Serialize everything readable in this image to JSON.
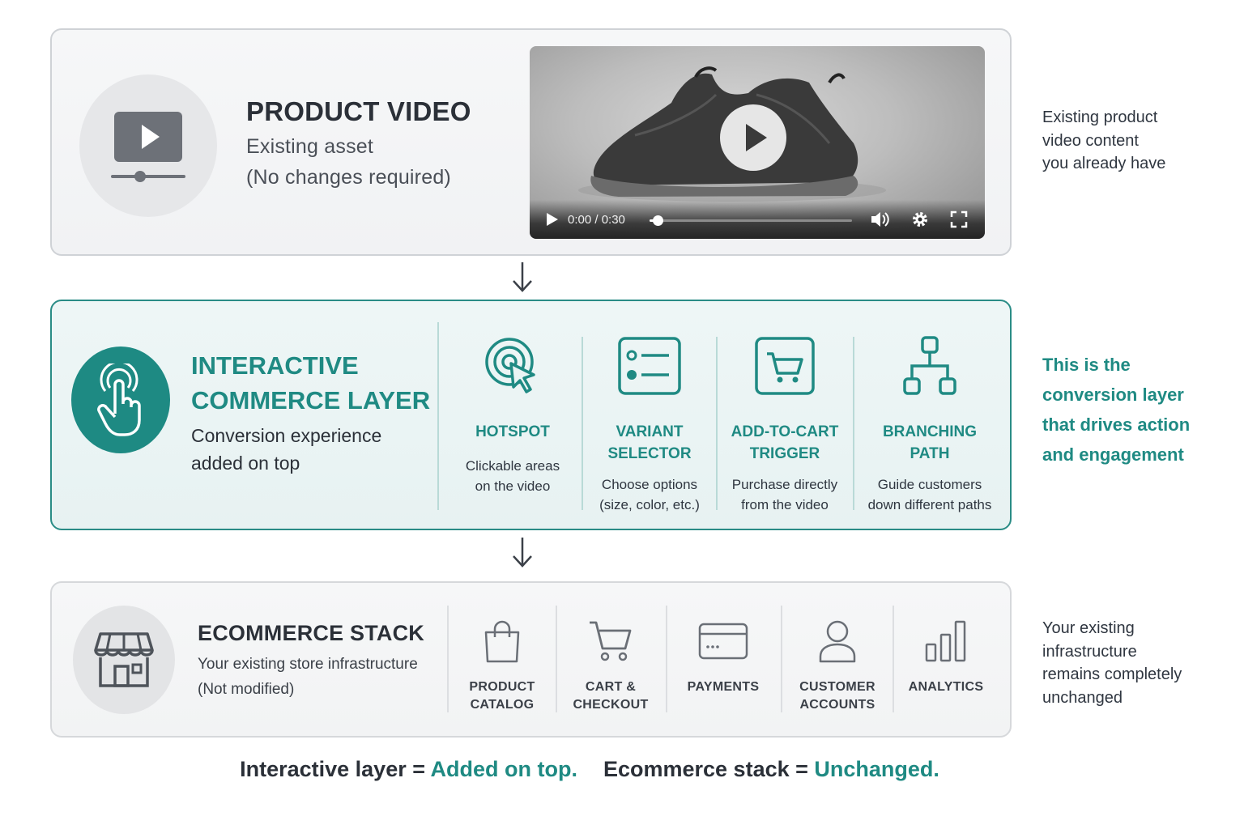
{
  "product_video": {
    "title": "PRODUCT VIDEO",
    "subtitle_line1": "Existing asset",
    "subtitle_line2": "(No changes required)",
    "player": {
      "time": "0:00 / 0:30",
      "progress": 0.04
    },
    "side_note": [
      "Existing product",
      "video content",
      "you already have"
    ]
  },
  "interactive_layer": {
    "title_line1": "INTERACTIVE",
    "title_line2": "COMMERCE LAYER",
    "subtitle_line1": "Conversion experience",
    "subtitle_line2": "added on top",
    "features": [
      {
        "icon": "hotspot-icon",
        "label": [
          "HOTSPOT"
        ],
        "desc": [
          "Clickable areas",
          "on the video"
        ]
      },
      {
        "icon": "variant-list-icon",
        "label": [
          "VARIANT",
          "SELECTOR"
        ],
        "desc": [
          "Choose options",
          "(size, color, etc.)"
        ]
      },
      {
        "icon": "cart-icon",
        "label": [
          "ADD-TO-CART",
          "TRIGGER"
        ],
        "desc": [
          "Purchase directly",
          "from the video"
        ]
      },
      {
        "icon": "branching-icon",
        "label": [
          "BRANCHING",
          "PATH"
        ],
        "desc": [
          "Guide customers",
          "down different paths"
        ]
      }
    ],
    "side_note": [
      "This is the",
      "conversion layer",
      "that drives action",
      "and engagement"
    ]
  },
  "ecommerce_stack": {
    "title": "ECOMMERCE STACK",
    "subtitle_line1": "Your existing store infrastructure",
    "subtitle_line2": "(Not modified)",
    "items": [
      {
        "icon": "shopping-bag-icon",
        "label": [
          "PRODUCT",
          "CATALOG"
        ]
      },
      {
        "icon": "cart-icon",
        "label": [
          "CART &",
          "CHECKOUT"
        ]
      },
      {
        "icon": "credit-card-icon",
        "label": [
          "PAYMENTS"
        ]
      },
      {
        "icon": "user-icon",
        "label": [
          "CUSTOMER",
          "ACCOUNTS"
        ]
      },
      {
        "icon": "bar-chart-icon",
        "label": [
          "ANALYTICS"
        ]
      }
    ],
    "side_note": [
      "Your existing",
      "infrastructure",
      "remains completely",
      "unchanged"
    ]
  },
  "footer": {
    "part1": "Interactive layer = ",
    "part1_accent": "Added on top.",
    "part2": "Ecommerce stack = ",
    "part2_accent": "Unchanged."
  },
  "colors": {
    "accent": "#1f8a83",
    "dark_text": "#2b3038",
    "panel_border": "#cfd2d6"
  }
}
